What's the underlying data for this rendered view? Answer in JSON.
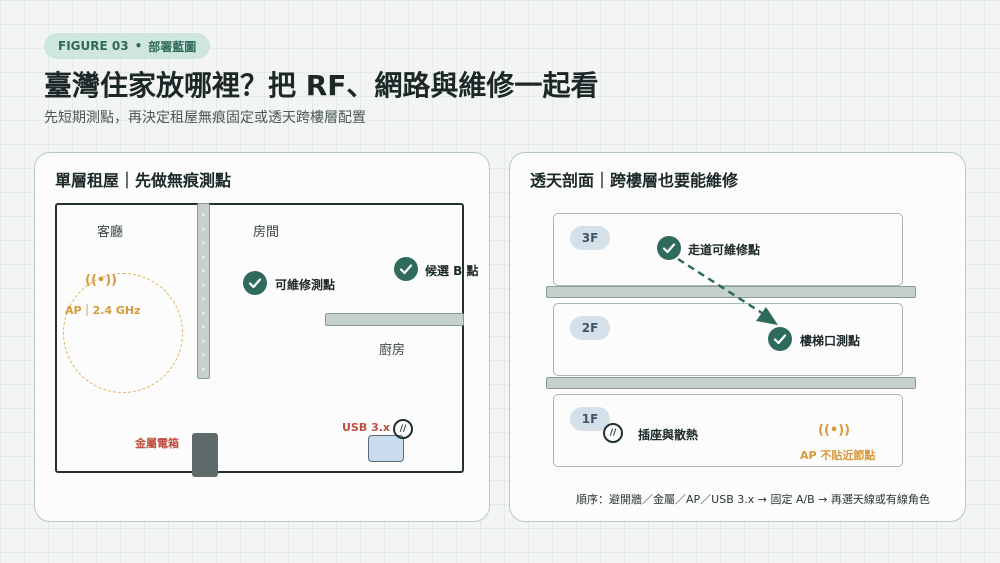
{
  "header": {
    "figure": "FIGURE 03",
    "dot": "•",
    "figure_title": "部署藍圖",
    "title": "臺灣住家放哪裡？把 RF、網路與維修一起看",
    "subtitle": "先短期測點，再決定租屋無痕固定或透天跨樓層配置"
  },
  "left_panel": {
    "title": "單層租屋｜先做無痕測點",
    "rooms": {
      "living": "客廳",
      "bedroom": "房間",
      "kitchen": "廚房"
    },
    "ap": {
      "signal": "((•))",
      "label": "AP｜2.4 GHz"
    },
    "metal_box": "金屬電箱",
    "usb": "USB 3.x",
    "plug_glyph": "//",
    "check_main": "可維修測點",
    "check_b": "候選 B 點"
  },
  "right_panel": {
    "title": "透天剖面｜跨樓層也要能維修",
    "floors": [
      {
        "tag": "3F",
        "item": "走道可維修點"
      },
      {
        "tag": "2F",
        "item": "樓梯口測點"
      },
      {
        "tag": "1F",
        "item": "插座與散熱",
        "ap_signal": "((•))",
        "ap_note": "AP 不貼近節點"
      }
    ],
    "plug_glyph": "//",
    "order": "順序：避開牆／金屬／AP／USB 3.x → 固定 A/B → 再選天線或有線角色"
  },
  "colors": {
    "accent": "#2f6b5d",
    "ap_orange": "#d99a3c",
    "warning_red": "#c04f3f",
    "usb_blue": "#c9dced"
  }
}
